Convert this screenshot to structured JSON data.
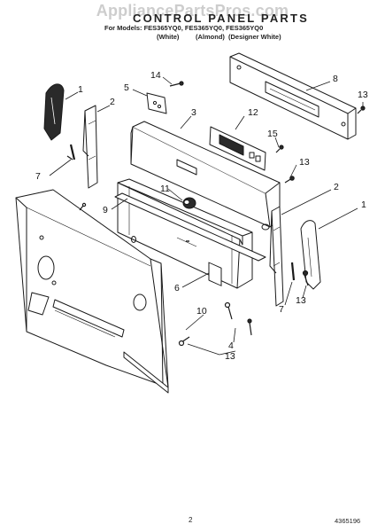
{
  "watermark": "AppliancePartsPros.com",
  "header": {
    "title": "CONTROL PANEL PARTS",
    "models": "For Models: FES365YQ0, FES365YQ0, FES365YQ0",
    "variants": [
      "(White)",
      "(Almond)",
      "(Designer White)"
    ]
  },
  "callouts": {
    "c1_left": "1",
    "c2_left": "2",
    "c5": "5",
    "c14": "14",
    "c3": "3",
    "c8": "8",
    "c13_top_right": "13",
    "c12": "12",
    "c15": "15",
    "c13_mid": "13",
    "c7_left": "7",
    "c11": "11",
    "c9": "9",
    "c2_right": "2",
    "c1_right": "1",
    "c6": "6",
    "c10": "10",
    "c7_right": "7",
    "c13_low_right": "13",
    "c4": "4",
    "c13_bottom": "13"
  },
  "footer": {
    "page_number": "2",
    "part_number": "4365196"
  },
  "colors": {
    "line": "#1a1a1a",
    "fill_light": "#ffffff",
    "fill_dark": "#2a2a2a"
  }
}
